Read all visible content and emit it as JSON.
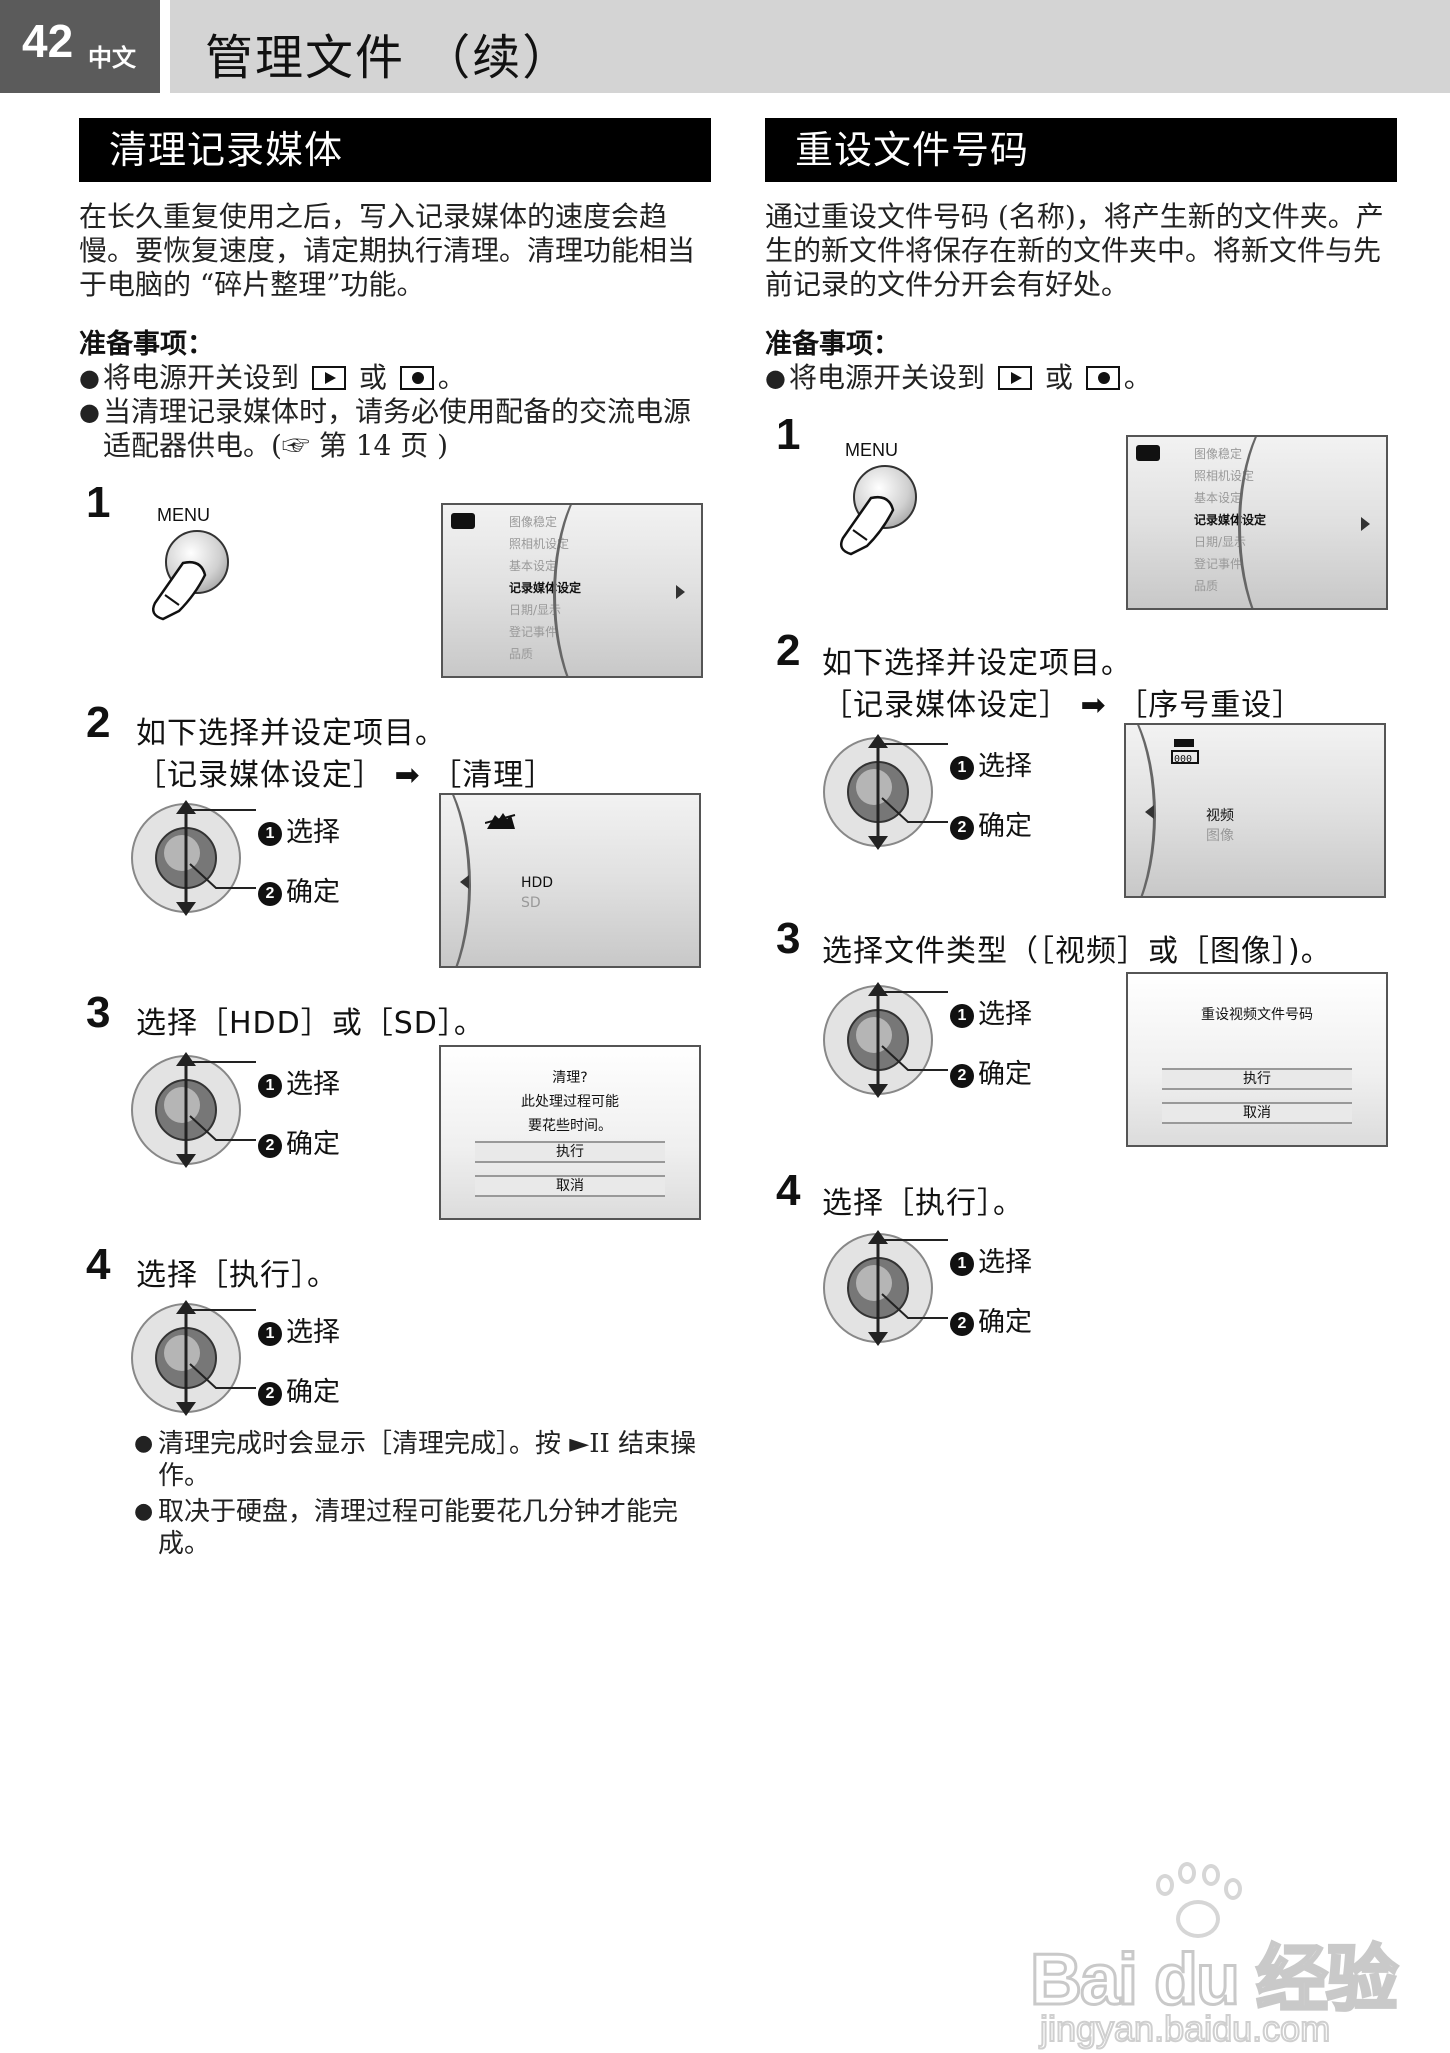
{
  "header": {
    "page_number": "42",
    "language": "中文",
    "title": "管理文件 （续）"
  },
  "left": {
    "section_title": "清理记录媒体",
    "intro": "在长久重复使用之后，写入记录媒体的速度会趋慢。要恢复速度，请定期执行清理。清理功能相当于电脑的 “碎片整理”功能。",
    "prep_heading": "准备事项：",
    "prep_1a": "将电源开关设到",
    "prep_1b": "或",
    "prep_1c": "。",
    "prep_2": "当清理记录媒体时，请务必使用配备的交流电源适配器供电。(☞ 第 14 页 )",
    "step1": {
      "num": "1",
      "menu_label": "MENU"
    },
    "menu_items": [
      "图像稳定",
      "照相机设定",
      "基本设定",
      "记录媒体设定",
      "日期/显示",
      "登记事件",
      "品质"
    ],
    "step2": {
      "num": "2",
      "line1": "如下选择并设定项目。",
      "line2": "［记录媒体设定］ ➡ ［清理］",
      "opt1": "HDD",
      "opt2": "SD"
    },
    "step3": {
      "num": "3",
      "text": "选择［HDD］或［SD］。",
      "dlg1": "清理?",
      "dlg2": "此处理过程可能",
      "dlg3": "要花些时间。",
      "exec": "执行",
      "cancel": "取消"
    },
    "step4": {
      "num": "4",
      "text": "选择［执行］。"
    },
    "note1": "清理完成时会显示［清理完成］。按 ►II 结束操作。",
    "note2": "取决于硬盘，清理过程可能要花几分钟才能完成。"
  },
  "right": {
    "section_title": "重设文件号码",
    "intro": "通过重设文件号码 (名称)，将产生新的文件夹。产生的新文件将保存在新的文件夹中。将新文件与先前记录的文件分开会有好处。",
    "prep_heading": "准备事项：",
    "prep_1a": "将电源开关设到",
    "prep_1b": "或",
    "prep_1c": "。",
    "step1": {
      "num": "1",
      "menu_label": "MENU"
    },
    "menu_items": [
      "图像稳定",
      "照相机设定",
      "基本设定",
      "记录媒体设定",
      "日期/显示",
      "登记事件",
      "品质"
    ],
    "step2": {
      "num": "2",
      "line1": "如下选择并设定项目。",
      "line2": "［记录媒体设定］ ➡ ［序号重设］",
      "opt1": "视频",
      "opt2": "图像"
    },
    "step3": {
      "num": "3",
      "text": "选择文件类型（［视频］或［图像］)。",
      "dlg1": "重设视频文件号码",
      "exec": "执行",
      "cancel": "取消"
    },
    "step4": {
      "num": "4",
      "text": "选择［执行］。"
    }
  },
  "joystick": {
    "select_num": "1",
    "select": "选择",
    "confirm_num": "2",
    "confirm": "确定"
  },
  "watermark": {
    "line1": "Bai du 经验",
    "line2": "jingyan.baidu.com"
  }
}
